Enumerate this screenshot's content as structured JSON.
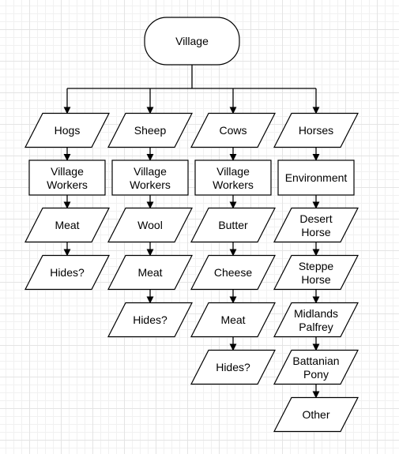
{
  "root": {
    "label": "Village"
  },
  "columns": [
    {
      "id": "hogs",
      "title": "Hogs",
      "items": [
        {
          "label": "Village Workers",
          "shape": "rect"
        },
        {
          "label": "Meat",
          "shape": "para"
        },
        {
          "label": "Hides?",
          "shape": "para"
        }
      ]
    },
    {
      "id": "sheep",
      "title": "Sheep",
      "items": [
        {
          "label": "Village Workers",
          "shape": "rect"
        },
        {
          "label": "Wool",
          "shape": "para"
        },
        {
          "label": "Meat",
          "shape": "para"
        },
        {
          "label": "Hides?",
          "shape": "para"
        }
      ]
    },
    {
      "id": "cows",
      "title": "Cows",
      "items": [
        {
          "label": "Village Workers",
          "shape": "rect"
        },
        {
          "label": "Butter",
          "shape": "para"
        },
        {
          "label": "Cheese",
          "shape": "para"
        },
        {
          "label": "Meat",
          "shape": "para"
        },
        {
          "label": "Hides?",
          "shape": "para"
        }
      ]
    },
    {
      "id": "horses",
      "title": "Horses",
      "items": [
        {
          "label": "Environment",
          "shape": "rect"
        },
        {
          "label": "Desert Horse",
          "shape": "para"
        },
        {
          "label": "Steppe Horse",
          "shape": "para"
        },
        {
          "label": "Midlands Palfrey",
          "shape": "para"
        },
        {
          "label": "Battanian Pony",
          "shape": "para"
        },
        {
          "label": "Other",
          "shape": "para"
        }
      ]
    }
  ]
}
